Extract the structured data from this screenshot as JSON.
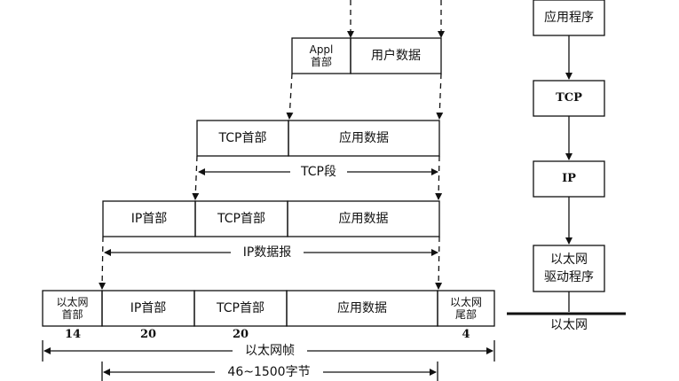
{
  "encapsulation": {
    "app_row": {
      "header": "Appl\n首部",
      "data": "用户数据"
    },
    "tcp_row": {
      "header": "TCP首部",
      "data": "应用数据",
      "span_label": "TCP段"
    },
    "ip_row": {
      "ip_header": "IP首部",
      "tcp_header": "TCP首部",
      "data": "应用数据",
      "span_label": "IP数据报"
    },
    "ethernet_row": {
      "eth_header": "以太网\n首部",
      "ip_header": "IP首部",
      "tcp_header": "TCP首部",
      "data": "应用数据",
      "eth_trailer": "以太网\n尾部",
      "size_eth_header": "14",
      "size_ip_header": "20",
      "size_tcp_header": "20",
      "size_trailer": "4",
      "frame_label": "以太网帧",
      "payload_label": "46~1500字节"
    }
  },
  "stack": {
    "layers": [
      "应用程序",
      "TCP",
      "IP",
      "以太网\n驱动程序"
    ],
    "network_label": "以太网"
  }
}
